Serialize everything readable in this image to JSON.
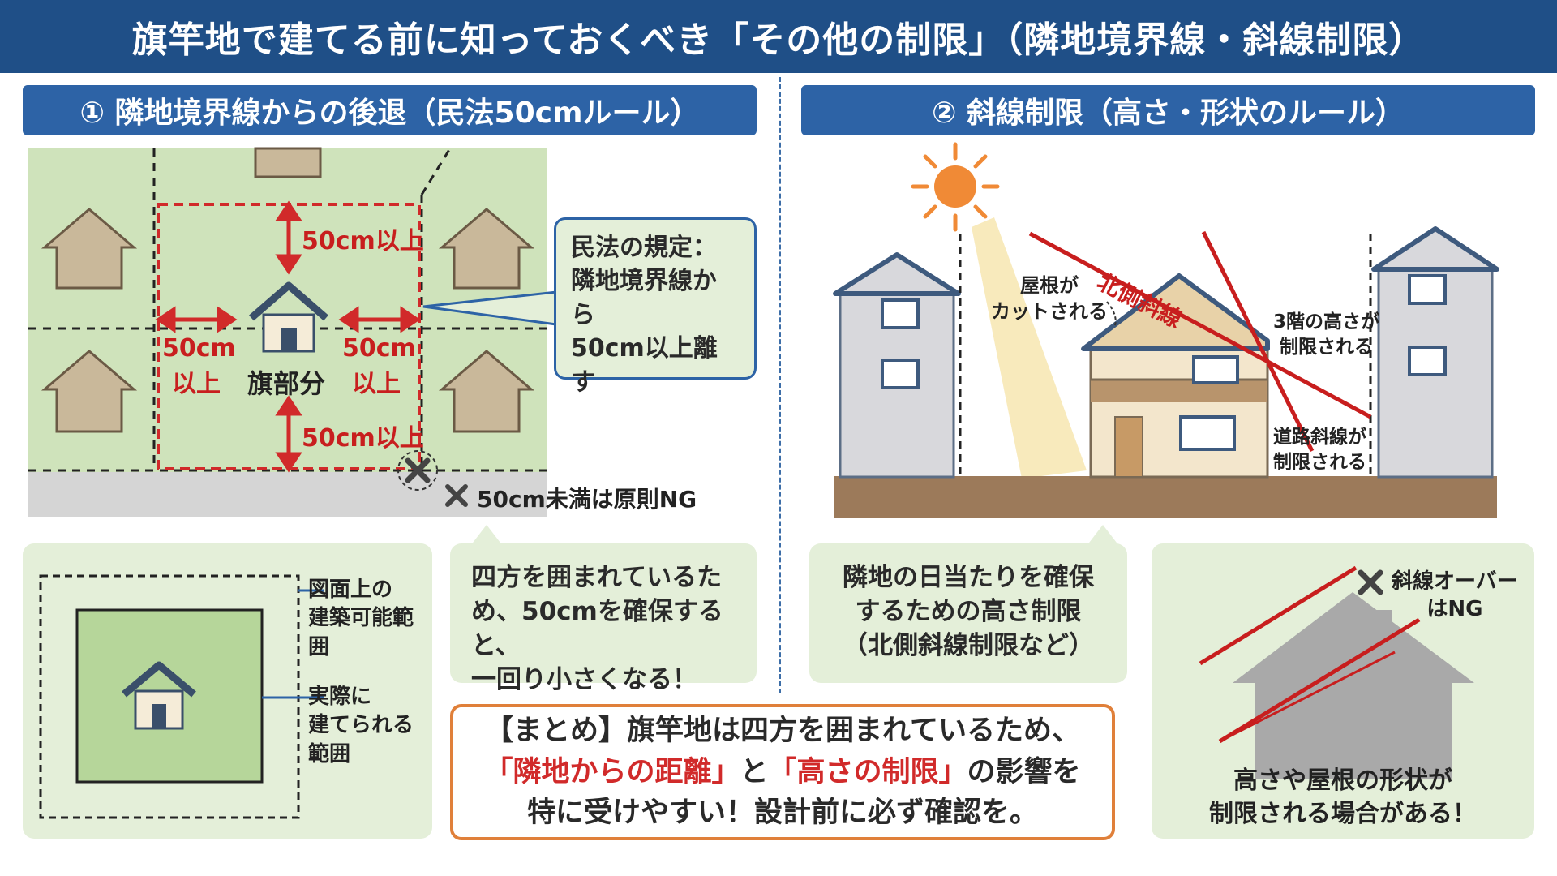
{
  "title": "旗竿地で建てる前に知っておくべき「その他の制限」（隣地境界線・斜線制限）",
  "section1": {
    "header": "① 隣地境界線からの後退（民法50cmルール）",
    "dist_top": "50cm以上",
    "dist_bottom": "50cm以上",
    "dist_left_1": "50cm",
    "dist_left_2": "以上",
    "dist_right_1": "50cm",
    "dist_right_2": "以上",
    "flag_label": "旗部分",
    "ng_label": "50cm未満は原則NG",
    "callout_lines": [
      "民法の規定：",
      "隣地境界線から",
      "50cm以上離す"
    ],
    "enclosed_lines": [
      "四方を囲まれているた",
      "め、50cmを確保すると、",
      "一回り小さくなる！"
    ],
    "drawing_label_lines": [
      "図面上の",
      "建築可能範",
      "囲"
    ],
    "actual_label_lines": [
      "実際に",
      "建てられる",
      "範囲"
    ]
  },
  "section2": {
    "header": "② 斜線制限（高さ・形状のルール）",
    "north_slope": "北側斜線",
    "roof_cut_lines": [
      "屋根が",
      "カットされる"
    ],
    "third_floor_lines": [
      "3階の高さが",
      "制限される"
    ],
    "road_slope_lines": [
      "道路斜線が",
      "制限される"
    ],
    "sunlight_lines": [
      "隣地の日当たりを確保",
      "するための高さ制限",
      "（北側斜線制限など）"
    ],
    "slope_over_lines": [
      "斜線オーバー",
      "はNG"
    ],
    "slope_shape_lines": [
      "高さや屋根の形状が",
      "制限される場合がある！"
    ]
  },
  "summary": {
    "line1": "【まとめ】旗竿地は四方を囲まれているため、",
    "line2_red1": "「隣地からの距離」",
    "line2_mid": "と",
    "line2_red2": "「高さの制限」",
    "line2_end": "の影響を",
    "line3": "特に受けやすい！設計前に必ず確認を。"
  },
  "colors": {
    "title_bg": "#1f4f87",
    "header_bg": "#2d63a6",
    "panel_bg": "#e4efd9",
    "site_green": "#cfe3bb",
    "house_tan": "#c9b89a",
    "limit_red": "#d12a2a",
    "sun_orange": "#f08a36",
    "summary_border": "#e0803a"
  }
}
